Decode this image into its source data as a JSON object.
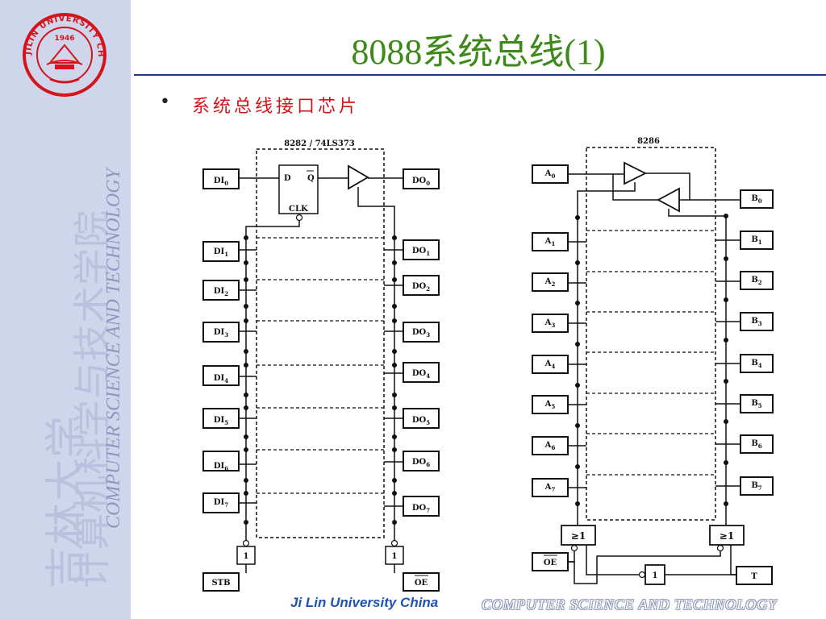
{
  "slide": {
    "title": "8088系统总线(1)",
    "bullet_marker": "•",
    "bullet_text": "系统总线接口芯片"
  },
  "sidebar": {
    "cn_line1": "吉林大学",
    "cn_line2": "计算机科学与技术学院",
    "en_text": "COMPUTER SCIENCE AND TECHNOLOGY",
    "logo": {
      "ring_text": "JILIN UNIVERSITY CHINA",
      "year": "1946"
    }
  },
  "footer": {
    "left": "Ji Lin University China",
    "right": "COMPUTER   SCIENCE  AND  TECHNOLOGY"
  },
  "colors": {
    "title": "#3d8a19",
    "bullet_text": "#d4141b",
    "logo": "#d4141b",
    "sidebar": "#cfd6ec",
    "rule": "#1f3a7a"
  },
  "latch": {
    "chip_label": "8282 / 74LS373",
    "ff_d": "D",
    "ff_q": "Q",
    "ff_clk": "CLK",
    "inputs": [
      {
        "base": "DI",
        "sub": "0"
      },
      {
        "base": "DI",
        "sub": "1"
      },
      {
        "base": "DI",
        "sub": "2"
      },
      {
        "base": "DI",
        "sub": "3"
      },
      {
        "base": "DI",
        "sub": "4"
      },
      {
        "base": "DI",
        "sub": "5"
      },
      {
        "base": "DI",
        "sub": "6"
      },
      {
        "base": "DI",
        "sub": "7"
      }
    ],
    "outputs": [
      {
        "base": "DO",
        "sub": "0"
      },
      {
        "base": "DO",
        "sub": "1"
      },
      {
        "base": "DO",
        "sub": "2"
      },
      {
        "base": "DO",
        "sub": "3"
      },
      {
        "base": "DO",
        "sub": "4"
      },
      {
        "base": "DO",
        "sub": "5"
      },
      {
        "base": "DO",
        "sub": "6"
      },
      {
        "base": "DO",
        "sub": "7"
      }
    ],
    "gate_left": "1",
    "gate_right": "1",
    "stb": "STB",
    "oe": "OE"
  },
  "transceiver": {
    "chip_label": "8286",
    "a_pins": [
      {
        "base": "A",
        "sub": "0"
      },
      {
        "base": "A",
        "sub": "1"
      },
      {
        "base": "A",
        "sub": "2"
      },
      {
        "base": "A",
        "sub": "3"
      },
      {
        "base": "A",
        "sub": "4"
      },
      {
        "base": "A",
        "sub": "5"
      },
      {
        "base": "A",
        "sub": "6"
      },
      {
        "base": "A",
        "sub": "7"
      }
    ],
    "b_pins": [
      {
        "base": "B",
        "sub": "0"
      },
      {
        "base": "B",
        "sub": "1"
      },
      {
        "base": "B",
        "sub": "2"
      },
      {
        "base": "B",
        "sub": "3"
      },
      {
        "base": "B",
        "sub": "4"
      },
      {
        "base": "B",
        "sub": "5"
      },
      {
        "base": "B",
        "sub": "6"
      },
      {
        "base": "B",
        "sub": "7"
      }
    ],
    "or_left": "≥1",
    "or_right": "≥1",
    "not_gate": "1",
    "oe": "OE",
    "t": "T"
  }
}
